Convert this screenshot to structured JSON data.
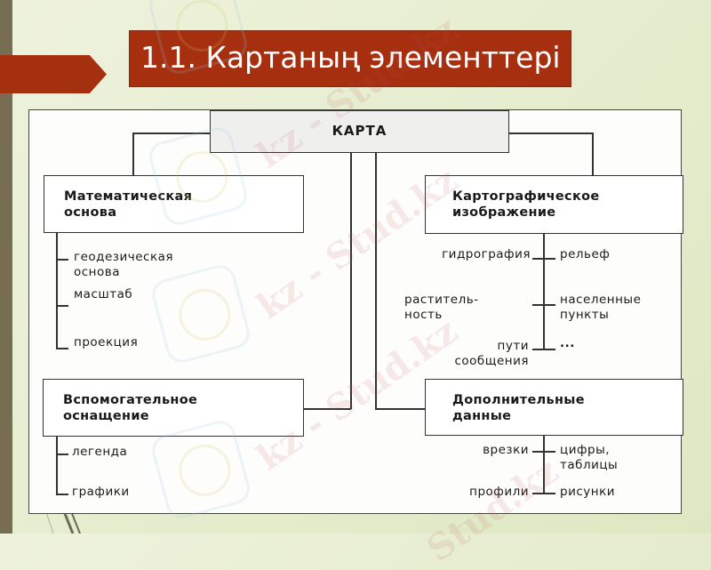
{
  "slide": {
    "title": "1.1. Картаның элементтері",
    "colors": {
      "accent": "#a62f10",
      "side_bar": "#766d53",
      "background": "#e6edcf",
      "diagram_bg": "#fdfdfc",
      "root_box_bg": "#efefed"
    }
  },
  "diagram": {
    "root": {
      "label": "КАРТА"
    },
    "branches": [
      {
        "title": "Математическая\nоснова",
        "items": [
          "геодезическая\nоснова",
          "масштаб",
          "проекция"
        ]
      },
      {
        "title": "Картографическое\nизображение",
        "items_left": [
          "гидрография",
          "раститель-\nность",
          "пути\nсообщения"
        ],
        "items_right": [
          "рельеф",
          "населенные\nпункты",
          "..."
        ]
      },
      {
        "title": "Вспомогательное\nоснащение",
        "items": [
          "легенда",
          "графики"
        ]
      },
      {
        "title": "Дополнительные\nданные",
        "items_left": [
          "врезки",
          "профили"
        ],
        "items_right": [
          "цифры,\nтаблицы",
          "рисунки"
        ]
      }
    ]
  },
  "watermark": {
    "text": "Stud.kz",
    "text_alt": "kz - Stud.kz"
  }
}
